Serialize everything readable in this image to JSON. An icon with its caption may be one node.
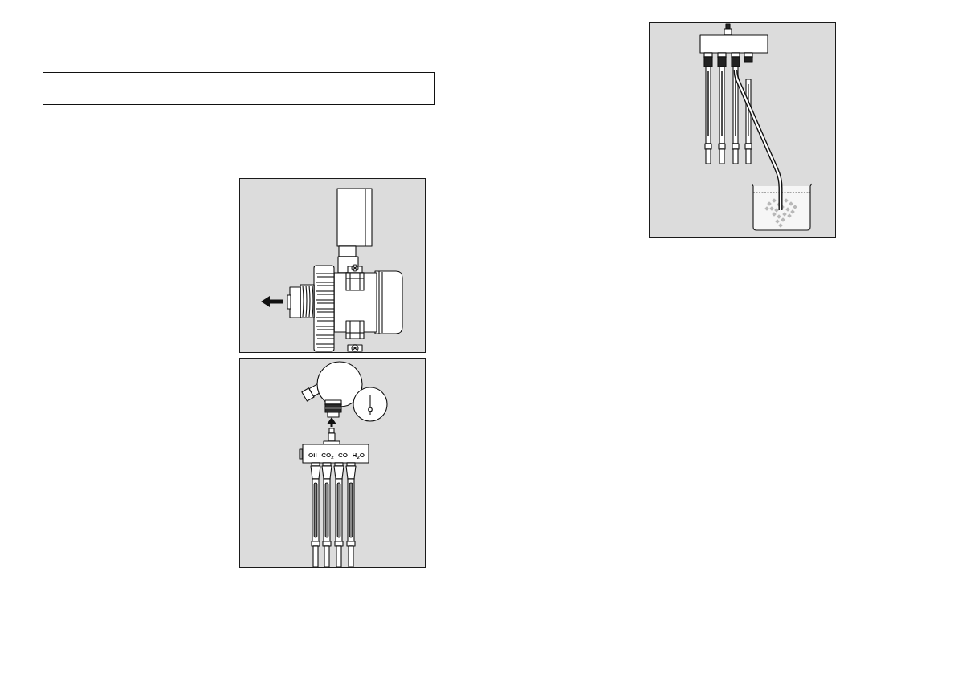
{
  "diagram": {
    "labels": [
      "Oil",
      "CO$_{2}$",
      "CO",
      "H$_{2}$O"
    ]
  }
}
